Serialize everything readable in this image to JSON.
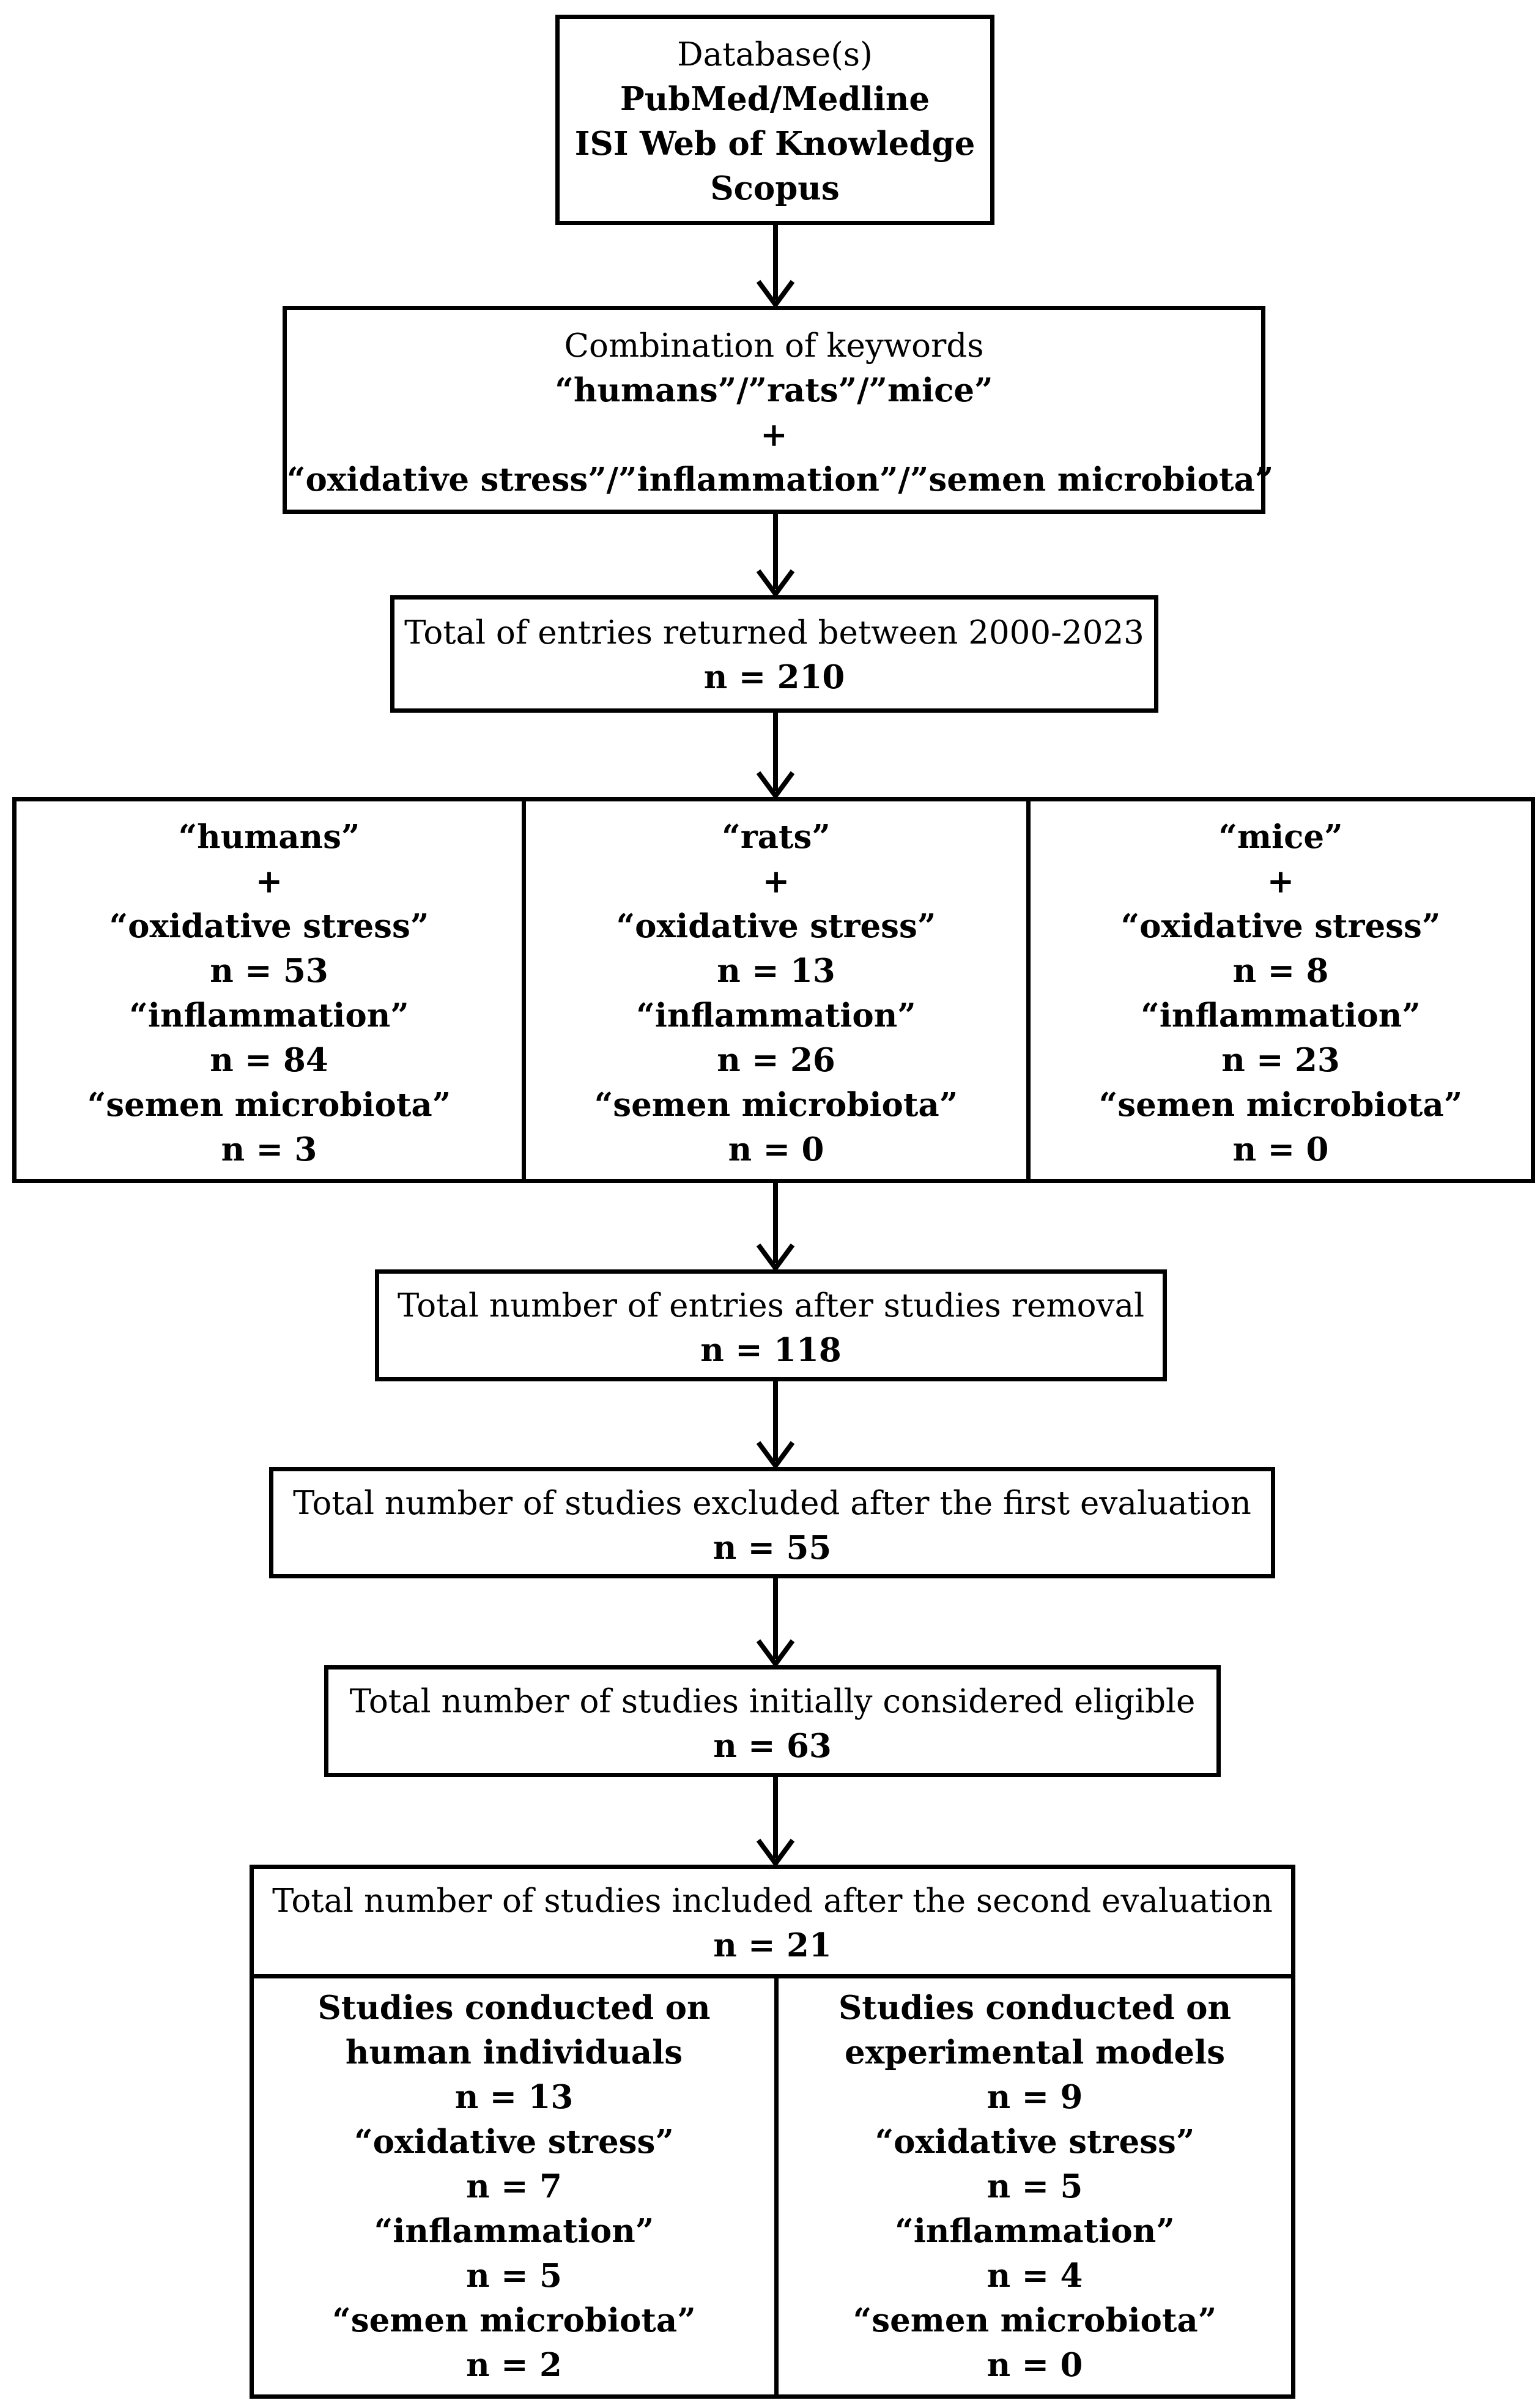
{
  "database_box": {
    "heading": "Database(s)",
    "sources": [
      "PubMed/Medline",
      "ISI Web of Knowledge",
      "Scopus"
    ]
  },
  "keywords_box": {
    "heading": "Combination of keywords",
    "species_line": "“humans”/”rats”/”mice”",
    "plus": "+",
    "topics_line": "“oxidative stress”/”inflammation”/”semen microbiota”"
  },
  "total_entries_box": {
    "label": "Total of entries returned between 2000-2023",
    "count": "n = 210"
  },
  "species_table": {
    "columns": [
      {
        "species": "“humans”",
        "plus": "+",
        "oxidative_label": "“oxidative stress”",
        "oxidative_n": "n = 53",
        "inflammation_label": "“inflammation”",
        "inflammation_n": "n = 84",
        "microbiota_label": "“semen microbiota”",
        "microbiota_n": "n = 3"
      },
      {
        "species": "“rats”",
        "plus": "+",
        "oxidative_label": "“oxidative stress”",
        "oxidative_n": "n = 13",
        "inflammation_label": "“inflammation”",
        "inflammation_n": "n = 26",
        "microbiota_label": "“semen microbiota”",
        "microbiota_n": "n = 0"
      },
      {
        "species": "“mice”",
        "plus": "+",
        "oxidative_label": "“oxidative stress”",
        "oxidative_n": "n = 8",
        "inflammation_label": "“inflammation”",
        "inflammation_n": "n = 23",
        "microbiota_label": "“semen microbiota”",
        "microbiota_n": "n = 0"
      }
    ]
  },
  "after_removal_box": {
    "label": "Total number of entries after studies removal",
    "count": "n = 118"
  },
  "excluded_box": {
    "label": "Total number of studies excluded after the first evaluation",
    "count": "n = 55"
  },
  "eligible_box": {
    "label": "Total number of studies initially considered eligible",
    "count": "n = 63"
  },
  "included_box": {
    "label": "Total number of studies included after the second evaluation",
    "count": "n = 21",
    "groups": [
      {
        "title_line1": "Studies conducted on",
        "title_line2": "human individuals",
        "total_n": "n = 13",
        "oxidative_label": "“oxidative stress”",
        "oxidative_n": "n = 7",
        "inflammation_label": "“inflammation”",
        "inflammation_n": "n = 5",
        "microbiota_label": "“semen microbiota”",
        "microbiota_n": "n = 2"
      },
      {
        "title_line1": "Studies conducted on",
        "title_line2": "experimental models",
        "total_n": "n = 9",
        "oxidative_label": "“oxidative stress”",
        "oxidative_n": "n = 5",
        "inflammation_label": "“inflammation”",
        "inflammation_n": "n = 4",
        "microbiota_label": "“semen microbiota”",
        "microbiota_n": "n = 0"
      }
    ]
  }
}
